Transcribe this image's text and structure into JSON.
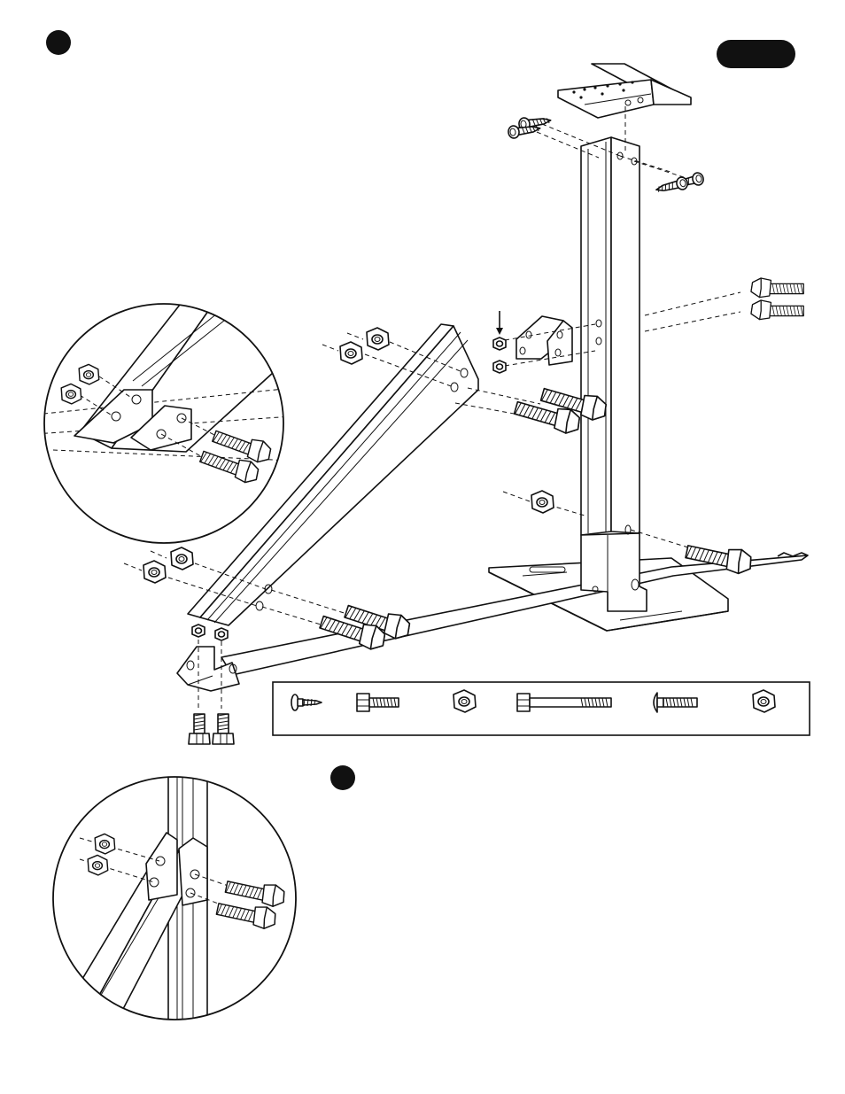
{
  "colors": {
    "ink": "#111111",
    "paper": "#ffffff"
  },
  "badges": [
    {
      "name": "step-number-badge-top",
      "text": ""
    },
    {
      "name": "page-label-pill",
      "text": ""
    },
    {
      "name": "step-number-badge-middle",
      "text": ""
    }
  ],
  "hardware_legend": {
    "items": [
      {
        "icon": "washer-head-screw-icon"
      },
      {
        "icon": "short-hex-bolt-icon"
      },
      {
        "icon": "small-hex-nut-icon"
      },
      {
        "icon": "long-hex-bolt-icon"
      },
      {
        "icon": "carriage-bolt-icon"
      },
      {
        "icon": "large-hex-nut-icon"
      }
    ]
  }
}
